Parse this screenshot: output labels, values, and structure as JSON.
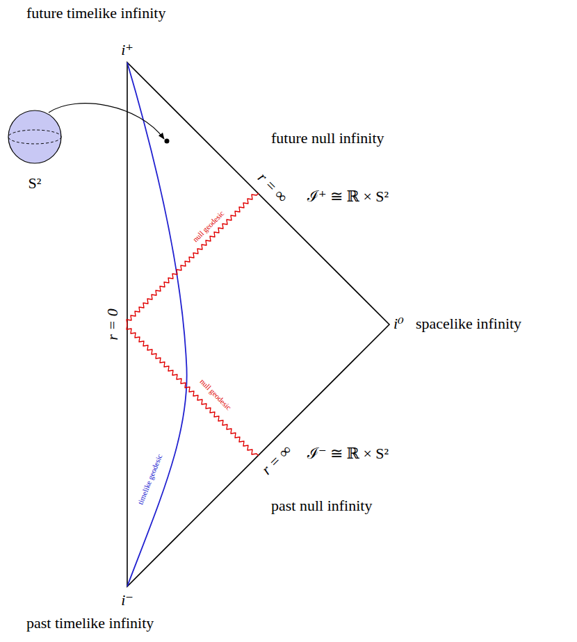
{
  "diagram": {
    "labels": [
      "future timelike infinity",
      "i⁺",
      "S²",
      "future null infinity",
      "r = ∞",
      "ℐ⁺ ≅ ℝ × S²",
      "null geodesic",
      "r = 0",
      "i⁰",
      "spacelike infinity",
      "null geodesic",
      "timelike geodesic",
      "r = ∞",
      "ℐ⁻ ≅ ℝ × S²",
      "past null infinity",
      "i⁻",
      "past timelike infinity"
    ]
  }
}
